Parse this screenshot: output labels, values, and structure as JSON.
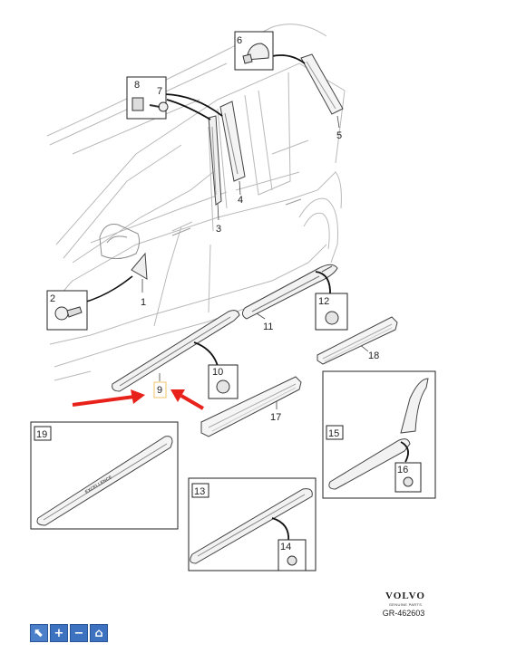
{
  "callouts": {
    "n1": "1",
    "n2": "2",
    "n3": "3",
    "n4": "4",
    "n5": "5",
    "n6": "6",
    "n7": "7",
    "n8": "8",
    "n9": "9",
    "n10": "10",
    "n11": "11",
    "n12": "12",
    "n13": "13",
    "n14": "14",
    "n15": "15",
    "n16": "16",
    "n17": "17",
    "n18": "18",
    "n19": "19"
  },
  "badge_text": "EXCELLENCE",
  "brand": {
    "logo": "VOLVO",
    "sub": "GENUINE PARTS"
  },
  "reference": "GR-462603",
  "toolbar": [
    {
      "name": "select-tool-button",
      "icon": "cursor-icon",
      "glyph": "⬉"
    },
    {
      "name": "zoom-in-button",
      "icon": "plus-icon",
      "glyph": "+"
    },
    {
      "name": "zoom-out-button",
      "icon": "minus-icon",
      "glyph": "−"
    },
    {
      "name": "home-button",
      "icon": "home-icon",
      "glyph": "⌂"
    }
  ],
  "colors": {
    "arrow": "#e8221b",
    "highlight": "#f2c46a",
    "toolbar": "#3d72c0"
  }
}
